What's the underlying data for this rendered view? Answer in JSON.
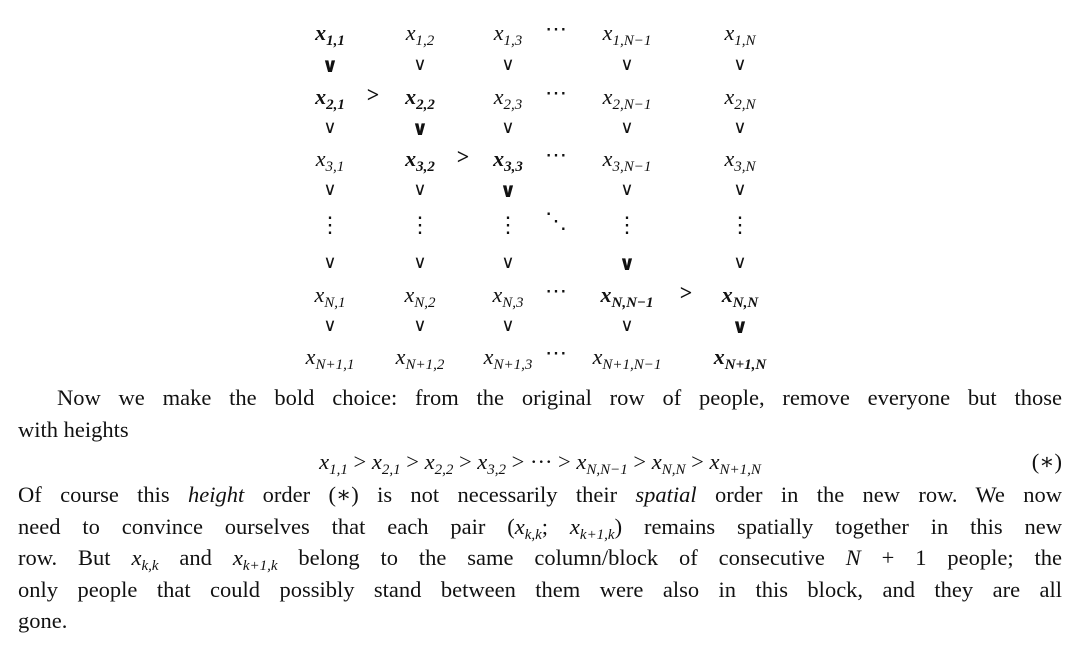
{
  "matrix": {
    "rows": [
      {
        "kind": "vars",
        "cells": [
          {
            "b": "x",
            "s": "1,1",
            "bold": true
          },
          {
            "b": "x",
            "s": "1,2"
          },
          {
            "b": "x",
            "s": "1,3"
          },
          {
            "b": "x",
            "s": "1,N−1"
          },
          {
            "b": "x",
            "s": "1,N"
          }
        ],
        "seps": [
          "",
          "",
          "⋯",
          ""
        ]
      },
      {
        "kind": "rel",
        "cells": [
          {
            "t": "∨",
            "bold": true
          },
          {
            "t": "∨"
          },
          {
            "t": "∨"
          },
          {
            "t": "∨"
          },
          {
            "t": "∨"
          }
        ],
        "seps": [
          "",
          "",
          "",
          ""
        ]
      },
      {
        "kind": "vars",
        "cells": [
          {
            "b": "x",
            "s": "2,1",
            "bold": true
          },
          {
            "b": "x",
            "s": "2,2",
            "bold": true
          },
          {
            "b": "x",
            "s": "2,3"
          },
          {
            "b": "x",
            "s": "2,N−1"
          },
          {
            "b": "x",
            "s": "2,N"
          }
        ],
        "seps": [
          ">",
          "",
          "⋯",
          ""
        ]
      },
      {
        "kind": "rel",
        "cells": [
          {
            "t": "∨"
          },
          {
            "t": "∨",
            "bold": true
          },
          {
            "t": "∨"
          },
          {
            "t": "∨"
          },
          {
            "t": "∨"
          }
        ],
        "seps": [
          "",
          "",
          "",
          ""
        ]
      },
      {
        "kind": "vars",
        "cells": [
          {
            "b": "x",
            "s": "3,1"
          },
          {
            "b": "x",
            "s": "3,2",
            "bold": true
          },
          {
            "b": "x",
            "s": "3,3",
            "bold": true
          },
          {
            "b": "x",
            "s": "3,N−1"
          },
          {
            "b": "x",
            "s": "3,N"
          }
        ],
        "seps": [
          "",
          ">",
          "⋯",
          ""
        ]
      },
      {
        "kind": "rel",
        "cells": [
          {
            "t": "∨"
          },
          {
            "t": "∨"
          },
          {
            "t": "∨",
            "bold": true
          },
          {
            "t": "∨"
          },
          {
            "t": "∨"
          }
        ],
        "seps": [
          "",
          "",
          "",
          ""
        ]
      },
      {
        "kind": "dots",
        "cells": [
          {
            "t": "⋮"
          },
          {
            "t": "⋮"
          },
          {
            "t": "⋮"
          },
          {
            "t": "⋮"
          },
          {
            "t": "⋮"
          }
        ],
        "seps": [
          "",
          "",
          "⋱",
          ""
        ]
      },
      {
        "kind": "rel",
        "cells": [
          {
            "t": "∨"
          },
          {
            "t": "∨"
          },
          {
            "t": "∨"
          },
          {
            "t": "∨",
            "bold": true
          },
          {
            "t": "∨"
          }
        ],
        "seps": [
          "",
          "",
          "",
          ""
        ]
      },
      {
        "kind": "vars",
        "cells": [
          {
            "b": "x",
            "s": "N,1"
          },
          {
            "b": "x",
            "s": "N,2"
          },
          {
            "b": "x",
            "s": "N,3"
          },
          {
            "b": "x",
            "s": "N,N−1",
            "bold": true
          },
          {
            "b": "x",
            "s": "N,N",
            "bold": true
          }
        ],
        "seps": [
          "",
          "",
          "⋯",
          ">"
        ]
      },
      {
        "kind": "rel",
        "cells": [
          {
            "t": "∨"
          },
          {
            "t": "∨"
          },
          {
            "t": "∨"
          },
          {
            "t": "∨"
          },
          {
            "t": "∨",
            "bold": true
          }
        ],
        "seps": [
          "",
          "",
          "",
          ""
        ]
      },
      {
        "kind": "vars",
        "cells": [
          {
            "b": "x",
            "s": "N+1,1"
          },
          {
            "b": "x",
            "s": "N+1,2"
          },
          {
            "b": "x",
            "s": "N+1,3"
          },
          {
            "b": "x",
            "s": "N+1,N−1"
          },
          {
            "b": "x",
            "s": "N+1,N",
            "bold": true
          }
        ],
        "seps": [
          "",
          "",
          "⋯",
          ""
        ]
      }
    ]
  },
  "paragraph": {
    "lines_before": [
      [
        {
          "t": "Now we make the bold choice: from the original row of people, remove everyone but those"
        }
      ],
      [
        {
          "t": "with heights"
        }
      ]
    ],
    "equation": {
      "parts": [
        {
          "b": "x",
          "s": "1,1"
        },
        {
          "t": " > "
        },
        {
          "b": "x",
          "s": "2,1"
        },
        {
          "t": " > "
        },
        {
          "b": "x",
          "s": "2,2"
        },
        {
          "t": " > "
        },
        {
          "b": "x",
          "s": "3,2"
        },
        {
          "t": " > ··· > "
        },
        {
          "b": "x",
          "s": "N,N−1"
        },
        {
          "t": " > "
        },
        {
          "b": "x",
          "s": "N,N"
        },
        {
          "t": " > "
        },
        {
          "b": "x",
          "s": "N+1,N"
        }
      ],
      "tag": "(∗)"
    },
    "lines_after": [
      [
        {
          "t": "Of course this "
        },
        {
          "t": "height",
          "em": true
        },
        {
          "t": " order (∗) is not necessarily their "
        },
        {
          "t": "spatial",
          "em": true
        },
        {
          "t": " order in the new row. We now"
        }
      ],
      [
        {
          "t": "need to convince ourselves that each pair ("
        },
        {
          "b": "x",
          "s": "k,k"
        },
        {
          "t": "; "
        },
        {
          "b": "x",
          "s": "k+1,k"
        },
        {
          "t": ") remains spatially together in this new"
        }
      ],
      [
        {
          "t": "row. But "
        },
        {
          "b": "x",
          "s": "k,k"
        },
        {
          "t": " and "
        },
        {
          "b": "x",
          "s": "k+1,k"
        },
        {
          "t": " belong to the same column/block of consecutive "
        },
        {
          "t": "N",
          "em": true
        },
        {
          "t": " + 1 people; the"
        }
      ],
      [
        {
          "t": "only people that could possibly stand between them were also in this block, and they are all"
        }
      ],
      [
        {
          "t": "gone."
        }
      ]
    ]
  }
}
